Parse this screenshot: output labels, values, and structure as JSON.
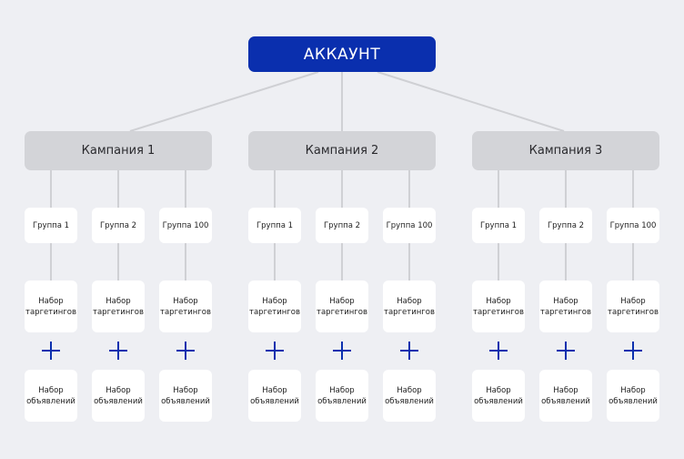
{
  "account": {
    "label": "АККАУНТ"
  },
  "campaigns": [
    {
      "label": "Кампания 1",
      "groups": [
        "Группа 1",
        "Группа 2",
        "Группа 100"
      ]
    },
    {
      "label": "Кампания 2",
      "groups": [
        "Группа 1",
        "Группа 2",
        "Группа 100"
      ]
    },
    {
      "label": "Кампания 3",
      "groups": [
        "Группа 1",
        "Группа 2",
        "Группа 100"
      ]
    }
  ],
  "targeting_label": [
    "Набор",
    "таргетингов"
  ],
  "ads_label": [
    "Набор",
    "объявлений"
  ],
  "colors": {
    "accent": "#0a2fae",
    "campaign": "#d3d4d8",
    "line": "#cfd0d4",
    "background": "#eeeff3"
  }
}
